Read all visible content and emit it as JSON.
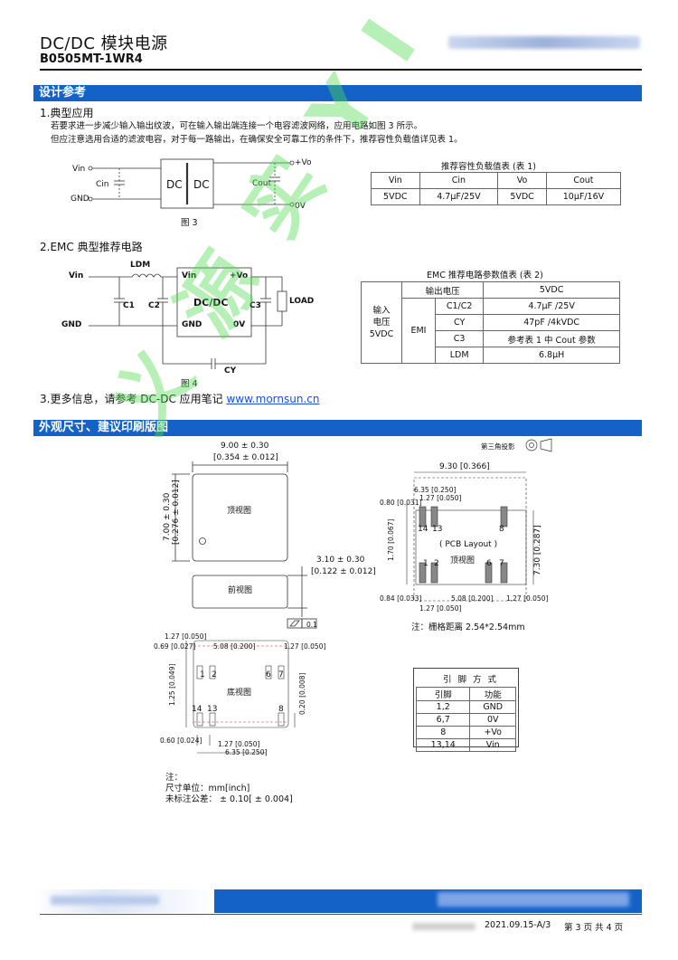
{
  "header": {
    "title": "DC/DC  模块电源",
    "model": "B0505MT-1WR4"
  },
  "sections": {
    "design": "设计参考",
    "dimensions": "外观尺寸、建议印刷版图"
  },
  "typical": {
    "heading": "1.典型应用",
    "para1": "若要求进一步减少输入输出纹波，可在输入输出端连接一个电容滤波网络，应用电路如图 3 所示。",
    "para2": "但应注意选用合适的滤波电容，对于每一路输出，在确保安全可靠工作的条件下，推荐容性负载值详见表  1。",
    "fig_label": "图 3",
    "labels": {
      "vin": "Vin",
      "gnd": "GND",
      "cin": "Cin",
      "dc1": "DC",
      "dc2": "DC",
      "vo": "+Vo",
      "cout": "Cout",
      "ov": "0V"
    }
  },
  "table1": {
    "caption": "推荐容性负载值表 (表 1)",
    "headers": [
      "Vin",
      "Cin",
      "Vo",
      "Cout"
    ],
    "row": [
      "5VDC",
      "4.7µF/25V",
      "5VDC",
      "10µF/16V"
    ]
  },
  "emc": {
    "heading": "2.EMC  典型推荐电路",
    "fig_label": "图 4",
    "labels": {
      "vin": "Vin",
      "gnd": "GND",
      "ldm": "LDM",
      "c1": "C1",
      "c2": "C2",
      "dcdc": "DC/DC",
      "pvin": "Vin",
      "pvo": "+Vo",
      "pgnd": "GND",
      "pov": "0V",
      "c3": "C3",
      "load": "LOAD",
      "cy": "CY"
    }
  },
  "table2": {
    "caption": "EMC  推荐电路参数值表 (表 2)",
    "col_header": "输出电压",
    "col_value": "5VDC",
    "group_label": "输入\n电压\n5VDC",
    "emi_label": "EMI",
    "rows": [
      [
        "C1/C2",
        "4.7µF /25V"
      ],
      [
        "CY",
        "47pF /4kVDC"
      ],
      [
        "C3",
        "参考表 1  中 Cout  参数"
      ],
      [
        "LDM",
        "6.8µH"
      ]
    ]
  },
  "more": {
    "text": "3.更多信息，请参考 DC-DC 应用笔记 ",
    "link": "www.mornsun.cn"
  },
  "mech": {
    "dim_top_mm": "9.00 ± 0.30",
    "dim_top_in": "[0.354 ± 0.012]",
    "dim_side_mm": "7.00 ± 0.30",
    "dim_side_in": "[0.276 ± 0.012]",
    "top_view": "顶视图",
    "front_view": "前视图",
    "height_mm": "3.10 ± 0.30",
    "height_in": "[0.122 ± 0.012]",
    "flatness": "0.1",
    "bottom_view": "底视图",
    "projection": "第三角投影",
    "pcb_width": "9.30 [0.366]",
    "pcb_height": "7.30 [0.287]",
    "pcb_layout": "( PCB Layout )",
    "pcb_top_view": "顶视图",
    "grid_note": "注：栅格距离 2.54*2.54mm",
    "notes": [
      "注：",
      "尺寸单位：mm[inch]",
      "未标注公差：  ± 0.10[ ± 0.004]"
    ],
    "pin_nums": {
      "p1": "1",
      "p2": "2",
      "p6": "6",
      "p7": "7",
      "p8": "8",
      "p13": "13",
      "p14": "14"
    },
    "dims": {
      "d635": "6.35 [0.250]",
      "d127": "1.27 [0.050]",
      "d080": "0.80 [0.031]",
      "d170": "1.70 [0.067]",
      "d084": "0.84 [0.033]",
      "d508": "5.08 [0.200]",
      "d069": "0.69 [0.027]",
      "d125": "1.25 [0.049]",
      "d020": "0.20 [0.008]",
      "d060": "0.60 [0.024]"
    }
  },
  "pin_table": {
    "title": "引 脚 方 式",
    "headers": [
      "引脚",
      "功能"
    ],
    "rows": [
      [
        "1,2",
        "GND"
      ],
      [
        "6,7",
        "0V"
      ],
      [
        "8",
        "+Vo"
      ],
      [
        "13,14",
        "Vin"
      ]
    ]
  },
  "watermark": "义 源 实 Y I Y U A N F A",
  "footer": {
    "date": "2021.09.15-A/3",
    "page": "第 3 页 共 4 页"
  },
  "colors": {
    "accent": "#1462c8",
    "watermark": "#50dc50",
    "link": "#1a4fd8"
  }
}
